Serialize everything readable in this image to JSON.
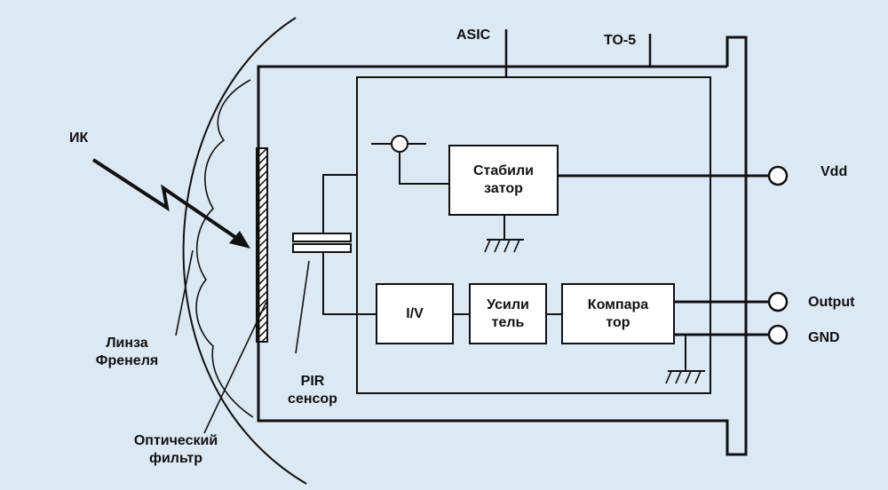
{
  "labels": {
    "ir": "ИК",
    "lens_line1": "Линза",
    "lens_line2": "Френеля",
    "filter_line1": "Оптический",
    "filter_line2": "фильтр",
    "pir_line1": "PIR",
    "pir_line2": "сенсор",
    "asic": "ASIC",
    "to5": "TO-5",
    "vdd": "Vdd",
    "output": "Output",
    "gnd": "GND"
  },
  "blocks": {
    "stabilizer_line1": "Стабили",
    "stabilizer_line2": "затор",
    "iv": "I/V",
    "amplifier_line1": "Усили",
    "amplifier_line2": "тель",
    "comparator_line1": "Компара",
    "comparator_line2": "тор"
  },
  "colors": {
    "background": "#dce8f4",
    "line": "#111111"
  }
}
